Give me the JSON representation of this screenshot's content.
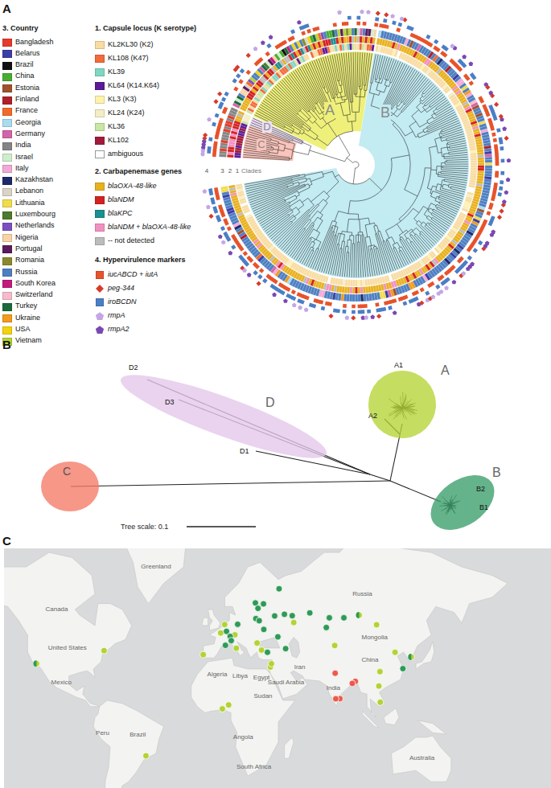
{
  "diagram": {
    "nodes": [
      {
        "text": [
          "C"
        ]
      },
      {
        "text": [
          "D",
          "D2",
          "D3",
          "D1"
        ]
      },
      {
        "text": [
          "A",
          "A1",
          "A2"
        ]
      },
      {
        "text": [
          "B",
          "B2",
          "B1"
        ]
      }
    ],
    "labels": [
      "A",
      "3. Country",
      "1. Capsule locus (K serotype)",
      "2. Carbapenemase genes",
      "4. Hypervirulence markers",
      "A",
      "B",
      "D",
      "C",
      "Clades",
      "4",
      "3",
      "2",
      "1",
      "B",
      "Tree scale: 0.1",
      "C",
      "Greenland",
      "Canada",
      "United States",
      "Mexico",
      "Peru",
      "Brazil",
      "Algeria",
      "Libya",
      "Egypt",
      "Sudan",
      "Saudi Arabia",
      "Iran",
      "Russia",
      "Mongolia",
      "China",
      "India",
      "Angola",
      "South Africa",
      "Australia"
    ],
    "legend": [
      {
        "text": "Bangladesh",
        "color": "#e53a2c"
      },
      {
        "text": "Belarus",
        "color": "#3b3fa6"
      },
      {
        "text": "Brazil",
        "color": "#111111"
      },
      {
        "text": "China",
        "color": "#47ad30"
      },
      {
        "text": "Estonia",
        "color": "#a0522d"
      },
      {
        "text": "Finland",
        "color": "#b0202a"
      },
      {
        "text": "France",
        "color": "#f26a2a"
      },
      {
        "text": "Georgia",
        "color": "#a9dcef"
      },
      {
        "text": "Germany",
        "color": "#d266a8"
      },
      {
        "text": "India",
        "color": "#858585"
      },
      {
        "text": "Israel",
        "color": "#cdeecb"
      },
      {
        "text": "Italy",
        "color": "#f2a9d6"
      },
      {
        "text": "Kazakhstan",
        "color": "#1c2a6b"
      },
      {
        "text": "Lebanon",
        "color": "#d9d3c8"
      },
      {
        "text": "Lithuania",
        "color": "#f1dc4b"
      },
      {
        "text": "Luxembourg",
        "color": "#4d7a2c"
      },
      {
        "text": "Netherlands",
        "color": "#7c4fc0"
      },
      {
        "text": "Nigeria",
        "color": "#f8d3a6"
      },
      {
        "text": "Portugal",
        "color": "#5b1a5e"
      },
      {
        "text": "Romania",
        "color": "#8a8a2d"
      },
      {
        "text": "Russia",
        "color": "#4e7fc2"
      },
      {
        "text": "South Korea",
        "color": "#c41a7e"
      },
      {
        "text": "Switzerland",
        "color": "#f6bccb"
      },
      {
        "text": "Turkey",
        "color": "#1c6a3c"
      },
      {
        "text": "Ukraine",
        "color": "#f39b1c"
      },
      {
        "text": "USA",
        "color": "#f4d30d"
      },
      {
        "text": "Vietnam",
        "color": "#b6d335"
      },
      {
        "text": "KL2KL30 (K2)",
        "color": "#f8dca2"
      },
      {
        "text": "KL108 (K47)",
        "color": "#f26b3a"
      },
      {
        "text": "KL39",
        "color": "#7ed8c1"
      },
      {
        "text": "KL64 (K14.K64)",
        "color": "#5b1b99"
      },
      {
        "text": "KL3 (K3)",
        "color": "#fff2ad"
      },
      {
        "text": "KL24 (K24)",
        "color": "#f4eec6"
      },
      {
        "text": "KL36",
        "color": "#c9e6a2"
      },
      {
        "text": "KL102",
        "color": "#a11a3b"
      },
      {
        "text": "ambiguous",
        "color": "#ffffff"
      },
      {
        "text": "blaOXA-48-like",
        "color": "#e9b11f"
      },
      {
        "text": "blaNDM",
        "color": "#d32222"
      },
      {
        "text": "blaKPC",
        "color": "#1a9090"
      },
      {
        "text": "blaNDM + blaOXA-48-like",
        "color": "#f291c1"
      },
      {
        "text": "-- not detected",
        "color": "#bcbcbc"
      },
      {
        "text": "iucABCD + iutA",
        "color": "#e8532b"
      },
      {
        "text": "peg-344"
      },
      {
        "text": "iroBCDN",
        "color": "#4a7fc6"
      },
      {
        "text": "rmpA"
      },
      {
        "text": "rmpA2"
      }
    ]
  }
}
